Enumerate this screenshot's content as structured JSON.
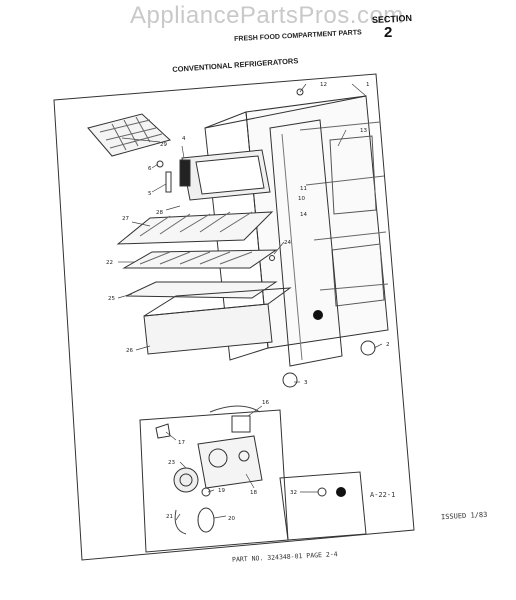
{
  "watermark": "AppliancePartsPros.com",
  "header": {
    "sheet_title": "FRESH FOOD COMPARTMENT PARTS",
    "section_label": "SECTION",
    "section_number": "2",
    "heading": "CONVENTIONAL REFRIGERATORS"
  },
  "callouts": {
    "c1": "1",
    "c2": "2",
    "c3": "3",
    "c4": "4",
    "c5": "5",
    "c6": "6",
    "c10": "10",
    "c11": "11",
    "c12": "12",
    "c13": "13",
    "c14": "14",
    "c16": "16",
    "c17": "17",
    "c18": "18",
    "c19": "19",
    "c20": "20",
    "c21": "21",
    "c22": "22",
    "c23": "23",
    "c24": "24",
    "c25": "25",
    "c26": "26",
    "c27": "27",
    "c28": "28",
    "c29": "29",
    "c32": "32"
  },
  "footer": {
    "diagram_code": "A-22-1",
    "issued": "ISSUED 1/83",
    "part_no": "PART NO. 324348-01   PAGE 2-4"
  }
}
